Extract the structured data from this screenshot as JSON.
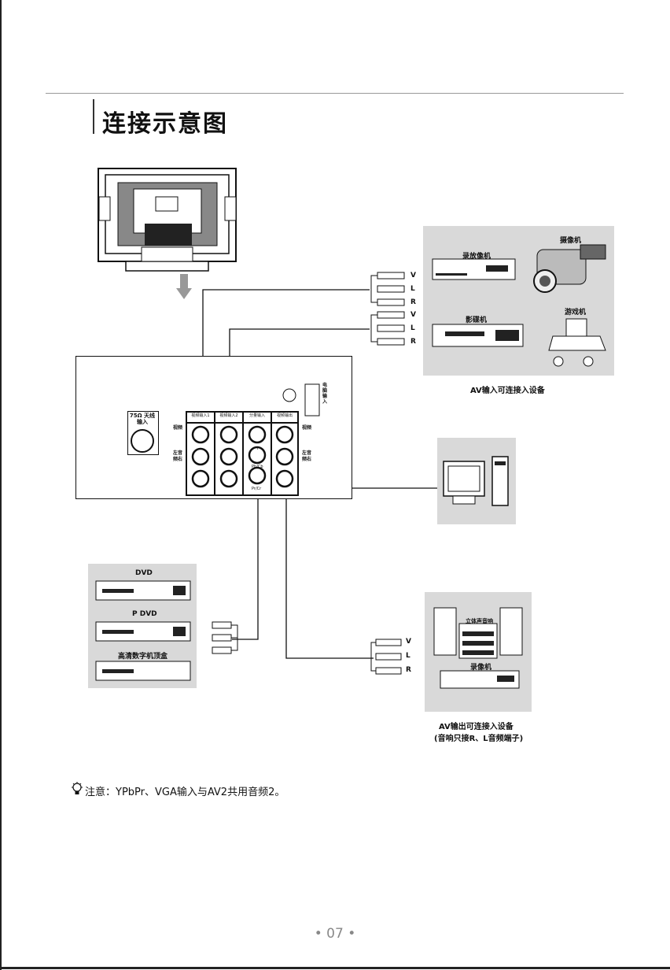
{
  "title": "连接示意图",
  "av_in": {
    "player_label": "录放像机",
    "camcorder_label": "摄像机",
    "vcd_label": "影碟机",
    "game_label": "游戏机",
    "caption": "AV输入可连接入设备",
    "jack_letters": [
      "V",
      "L",
      "R",
      "V",
      "L",
      "R"
    ]
  },
  "tv_panel": {
    "rf_label": "75Ω 天线输入",
    "av1_label": "视频输入1",
    "av2_label": "视频输入2",
    "component_label": "分量输入",
    "av_out_label": "视频输出",
    "vga_label": "电脑输入",
    "left_top_label": "视频",
    "left_mid_label": "左音频右",
    "right_top_label": "视频",
    "right_mid_label": "左音频右",
    "y_label": "Y",
    "pb_label": "Pb/Cb",
    "pr_label": "Pr/Cr"
  },
  "component_src": {
    "dvd_label": "DVD",
    "pdvd_label": "P DVD",
    "stb_label": "高清数字机顶盒"
  },
  "av_out": {
    "stereo_label": "立体声音响",
    "recorder_label": "录像机",
    "caption_line1": "AV输出可连接入设备",
    "caption_line2": "(音响只接R、L音频端子)",
    "jack_letters": [
      "V",
      "L",
      "R"
    ]
  },
  "note": "注意：YPbPr、VGA输入与AV2共用音频2。",
  "page_number": "• 07 •",
  "colors": {
    "panel": "#d9d9d9",
    "line": "#111111",
    "rule": "#999999"
  }
}
